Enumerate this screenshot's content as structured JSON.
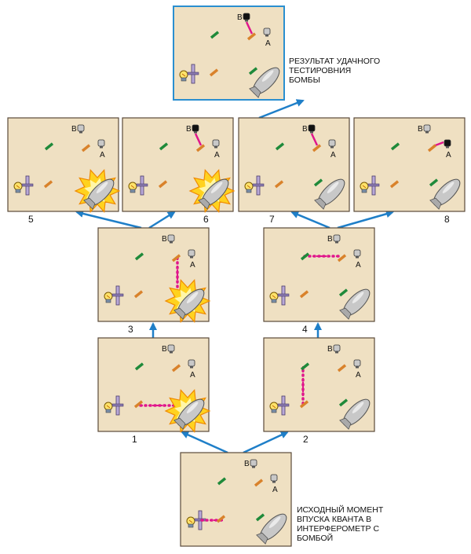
{
  "result_caption": "РЕЗУЛЬТАТ УДАЧНОГО ТЕСТИРОВНИЯ БОМБЫ",
  "initial_caption": "ИСХОДНЫЙ МОМЕНТ ВПУСКА КВАНТА В ИНТЕРФЕРОМЕТР С БОМБОЙ",
  "detector_b_label": "B",
  "detector_a_label": "A",
  "panel_numbers": [
    "1",
    "2",
    "3",
    "4",
    "5",
    "6",
    "7",
    "8"
  ],
  "colors": {
    "panel_bg": "#efe0c2",
    "panel_border": "#5a4a3a",
    "result_border": "#2a8fd0",
    "arrow": "#1f7fc8",
    "beam": "#e0168c",
    "mirror_green": "#1f8a3a",
    "splitter_orange": "#d9822b",
    "bomb": "#c8c8c8",
    "explosion": "#ffd21f"
  },
  "icons": [
    "lamp-icon",
    "shutter-icon",
    "mirror-icon",
    "beam-splitter-icon",
    "detector-icon",
    "bomb-icon",
    "explosion-icon"
  ]
}
